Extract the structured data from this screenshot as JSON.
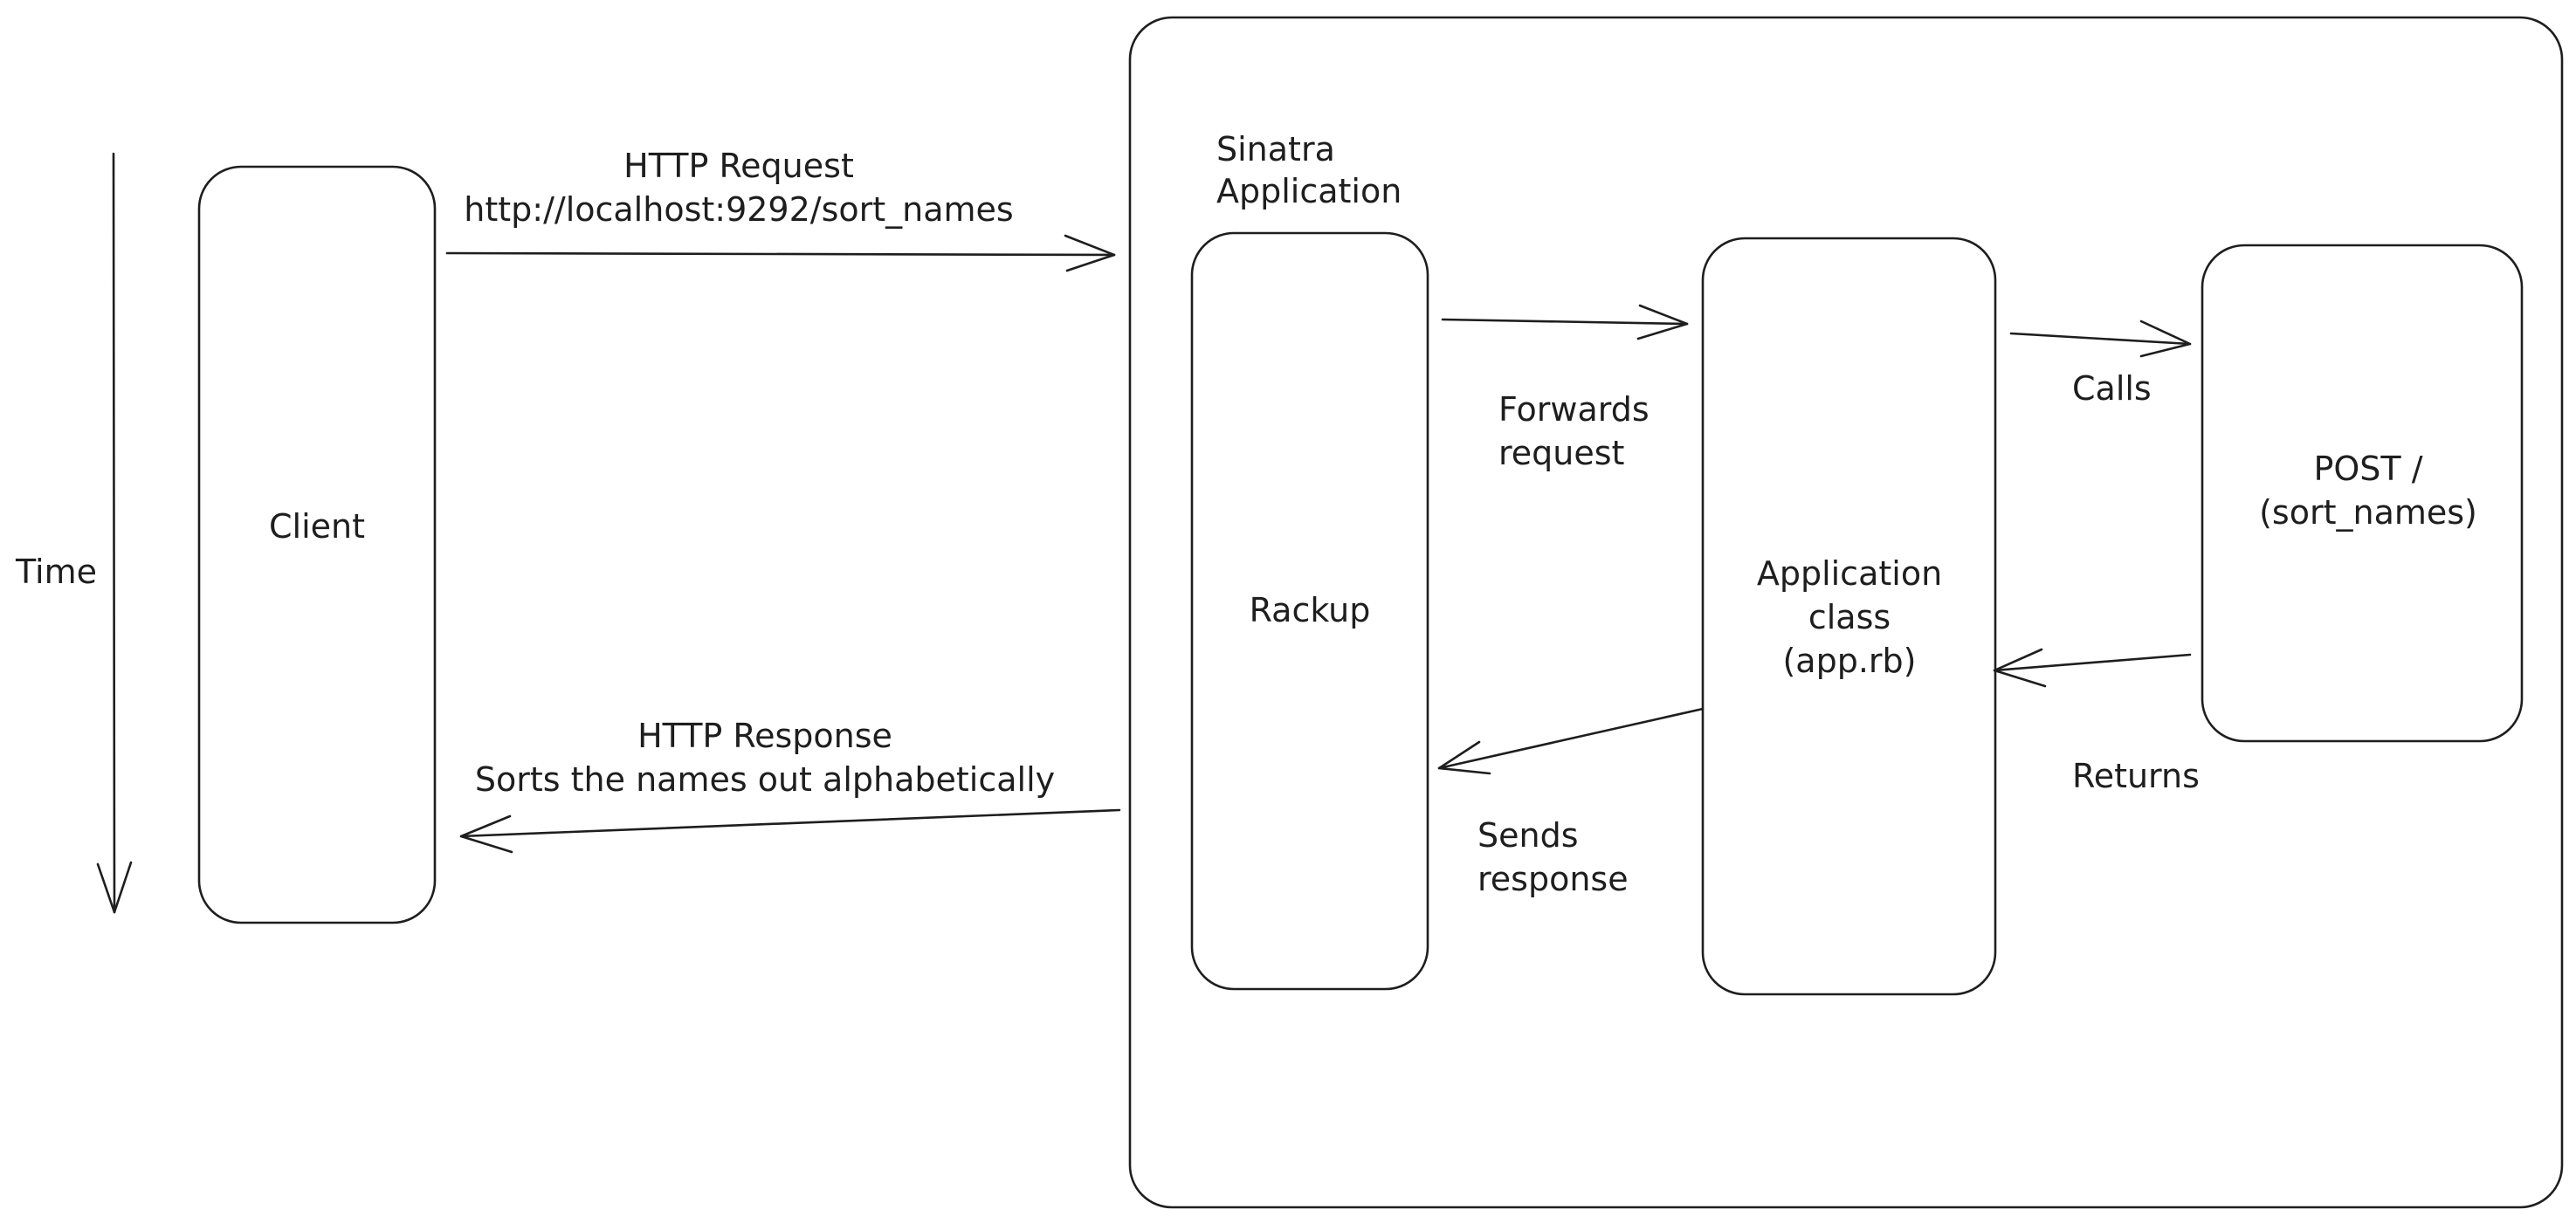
{
  "time_axis": {
    "label": "Time"
  },
  "client": {
    "label": "Client"
  },
  "sinatra": {
    "title_line1": "Sinatra",
    "title_line2": "Application",
    "rackup": {
      "label": "Rackup"
    },
    "app_class": {
      "line1": "Application",
      "line2": "class",
      "line3": "(app.rb)"
    },
    "route": {
      "line1": "POST /",
      "line2": "(sort_names)"
    }
  },
  "arrows": {
    "request": {
      "line1": "HTTP Request",
      "line2": "http://localhost:9292/sort_names"
    },
    "forwards": {
      "line1": "Forwards",
      "line2": "request"
    },
    "calls": {
      "label": "Calls"
    },
    "returns": {
      "label": "Returns"
    },
    "sends": {
      "line1": "Sends",
      "line2": "response"
    },
    "response": {
      "line1": "HTTP Response",
      "line2": "Sorts the names out alphabetically"
    }
  }
}
